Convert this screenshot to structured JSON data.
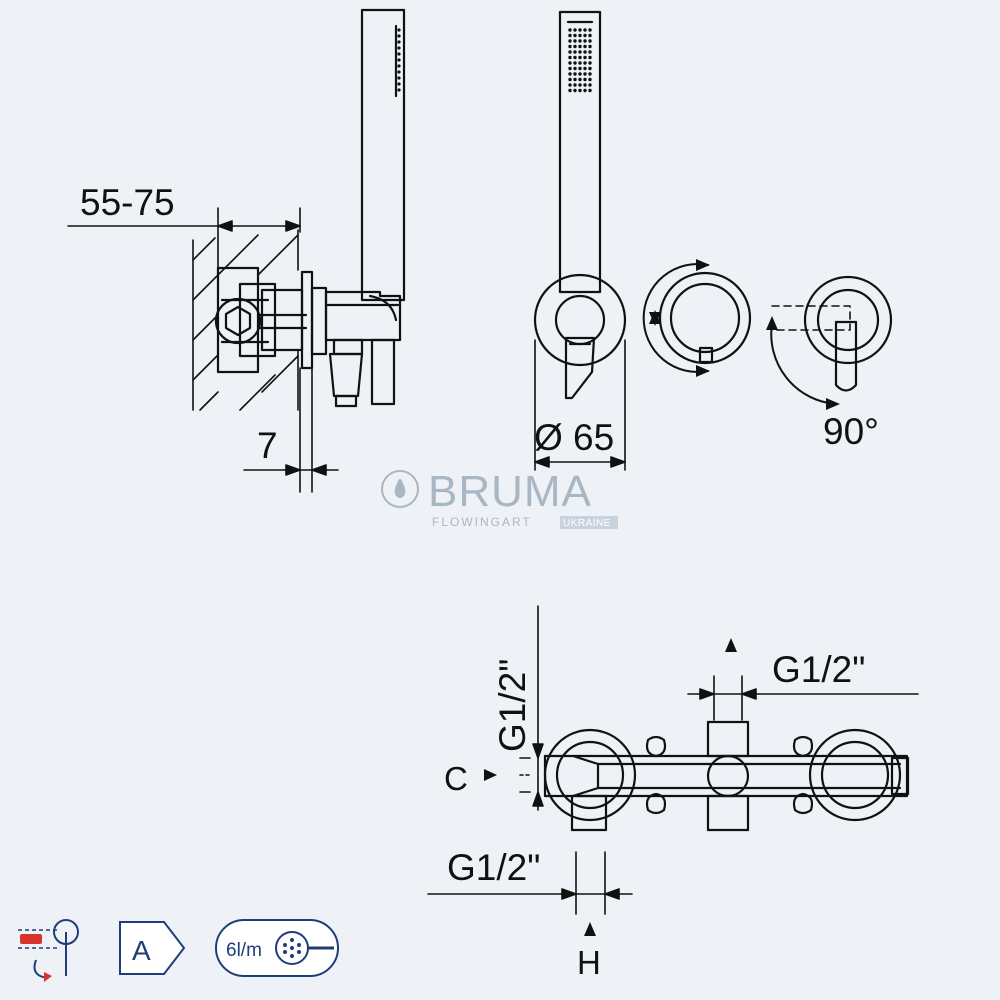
{
  "colors": {
    "background": "#eef2f6",
    "line": "#111111",
    "watermark": "#a9b6c4",
    "icon_blue": "#1f3d7a",
    "icon_red": "#d9342b"
  },
  "dimensions": {
    "depth_range": "55-75",
    "flange_offset": "7",
    "rosette_diameter": "Ø 65",
    "lever_rotation": "90°",
    "connection_vertical": "G1/2\"",
    "connection_top": "G1/2\"",
    "connection_bottom": "G1/2\"",
    "label_cold": "C",
    "label_hot": "H"
  },
  "watermark": {
    "brand": "BRUMA",
    "tagline": "FLOWINGART",
    "region": "UKRAINE"
  },
  "badges": {
    "energy_class": "A",
    "flow_rate": "6l/m"
  }
}
